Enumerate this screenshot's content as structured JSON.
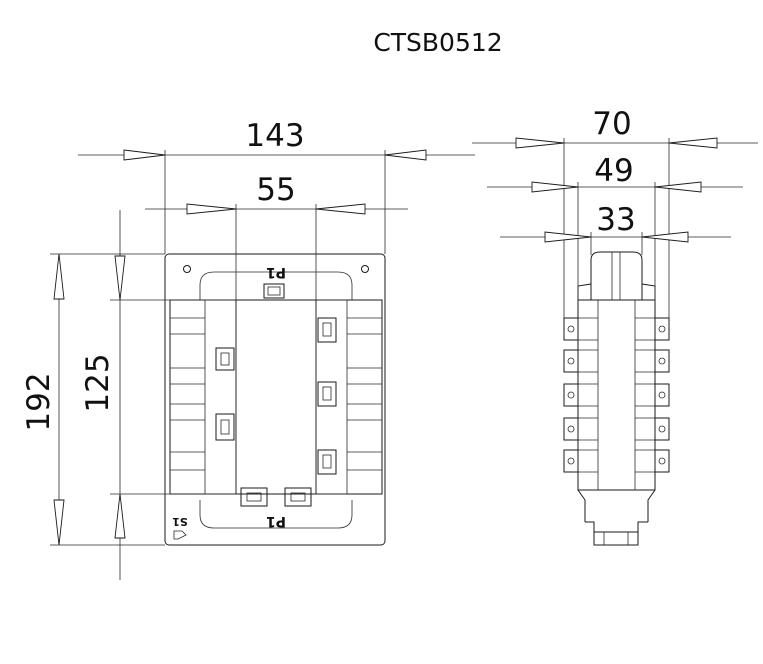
{
  "title": "CTSB0512",
  "front_view": {
    "dim_width_overall": "143",
    "dim_width_window": "55",
    "dim_height_overall": "192",
    "dim_height_window": "125",
    "marking_top": "P1",
    "marking_bottom": "P1",
    "marking_secondary": "S1"
  },
  "side_view": {
    "dim_width_overall": "70",
    "dim_width_mid": "49",
    "dim_width_core": "33"
  }
}
